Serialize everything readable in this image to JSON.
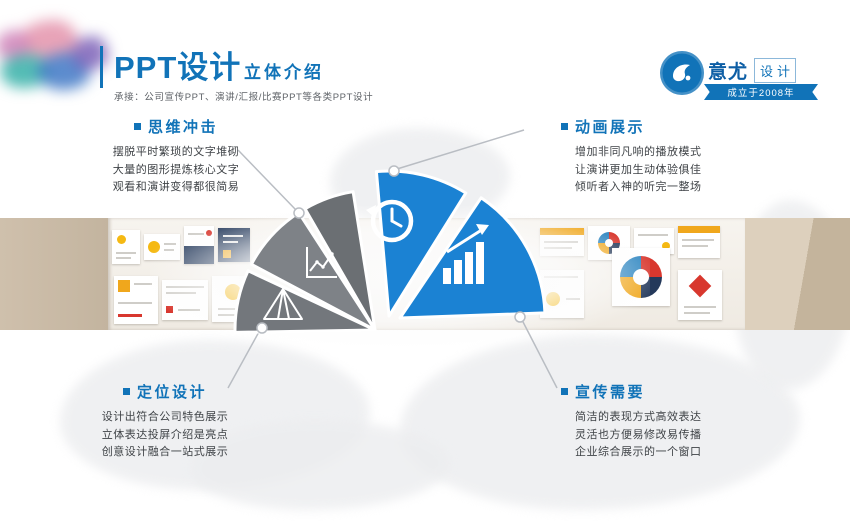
{
  "colors": {
    "brand_blue": "#1173b8",
    "fan_blue": "#1b82d3",
    "wedge_gray_dark": "#6b6f73",
    "wedge_gray_light": "#7e8287",
    "wedge_gray_mid": "#73777c",
    "accent_yellow": "#f5b913",
    "accent_red": "#d8372e"
  },
  "header": {
    "title": "PPT设计",
    "subtitle": "立体介绍",
    "tagline": "承接：公司宣传PPT、演讲/汇报/比赛PPT等各类PPT设计"
  },
  "logo": {
    "mark_icon": "paint-swoosh-icon",
    "name_bold": "意尤",
    "name_boxed": "设计",
    "banner": "成立于2008年"
  },
  "callouts": {
    "top_left": {
      "title": "思维冲击",
      "lines": [
        "摆脱平时繁琐的文字堆砌",
        "大量的图形提炼核心文字",
        "观看和演讲变得都很简易"
      ]
    },
    "top_right": {
      "title": "动画展示",
      "lines": [
        "增加非同凡响的播放模式",
        "让演讲更加生动体验俱佳",
        "倾听者入神的听完一整场"
      ]
    },
    "bottom_left": {
      "title": "定位设计",
      "lines": [
        "设计出符合公司特色展示",
        "立体表达投屏介绍是亮点",
        "创意设计融合一站式展示"
      ]
    },
    "bottom_right": {
      "title": "宣传需要",
      "lines": [
        "简洁的表现方式高效表达",
        "灵活也方便易修改易传播",
        "企业综合展示的一个窗口"
      ]
    }
  },
  "fan": {
    "wedges": [
      {
        "name": "accent-wedge",
        "icon": "",
        "color": "#6b6f73"
      },
      {
        "name": "chart-wedge",
        "icon": "line-chart-icon",
        "color": "#7e8287"
      },
      {
        "name": "pyramid-wedge",
        "icon": "pyramid-icon",
        "color": "#73777c"
      },
      {
        "name": "history-wedge",
        "icon": "history-clock-icon",
        "color": "#1b82d3"
      },
      {
        "name": "growth-wedge",
        "icon": "bar-growth-icon",
        "color": "#1b82d3"
      }
    ]
  }
}
